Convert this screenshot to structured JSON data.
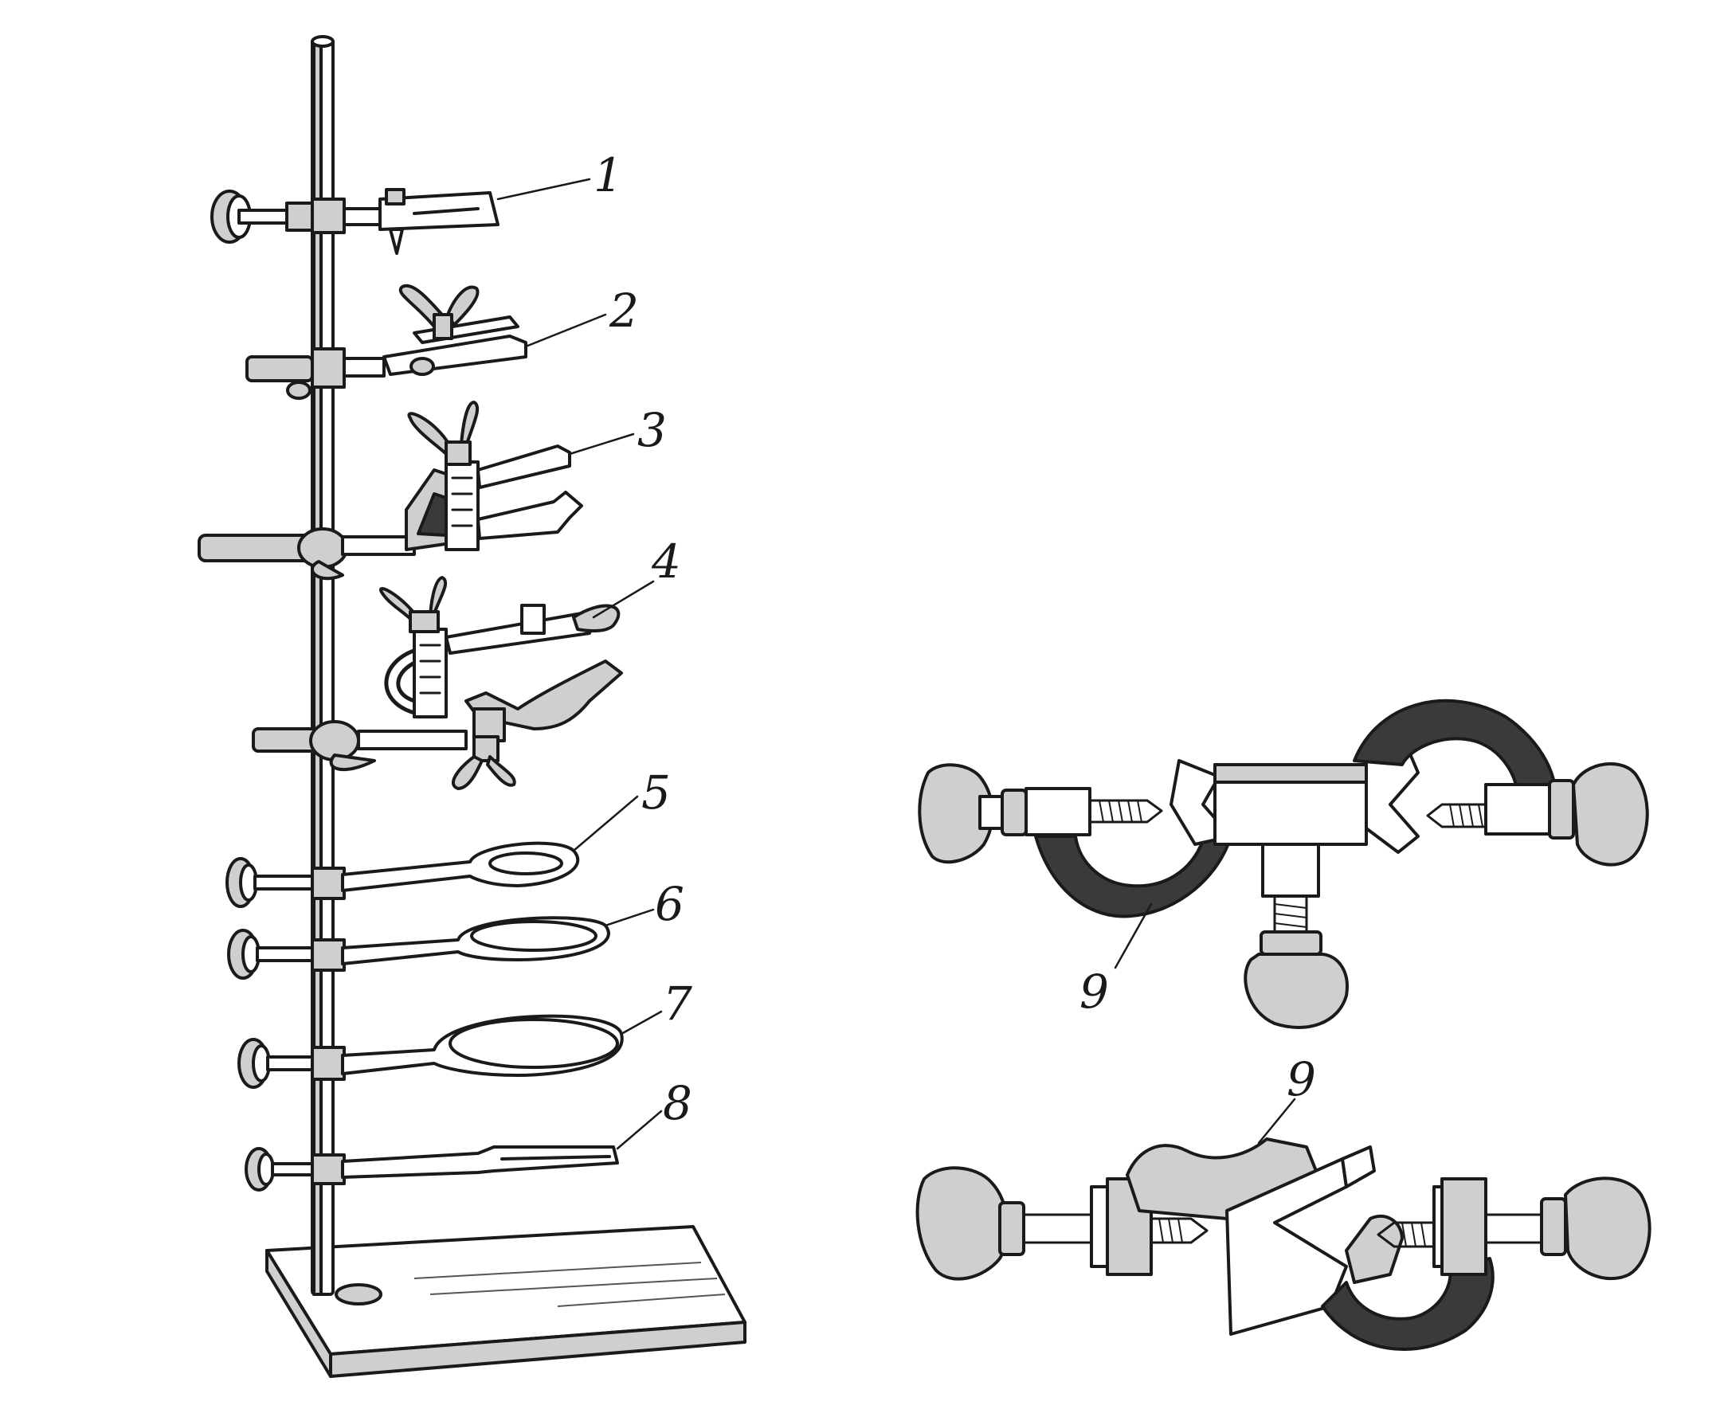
{
  "labels": {
    "l1": "1",
    "l2": "2",
    "l3": "3",
    "l4": "4",
    "l5": "5",
    "l6": "6",
    "l7": "7",
    "l8": "8",
    "l9a": "9",
    "l9b": "9"
  },
  "colors": {
    "ink": "#1a1a1a",
    "paper": "#ffffff",
    "shade": "#cfcfcf",
    "dark_shade": "#3a3a3a"
  }
}
